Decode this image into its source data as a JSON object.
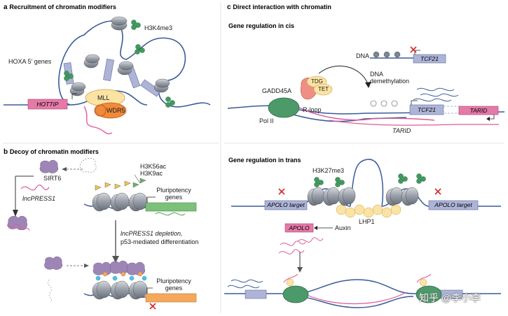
{
  "panels": {
    "a": {
      "letter": "a",
      "title": "Recruitment of chromatin modifiers"
    },
    "b": {
      "letter": "b",
      "title": "Decoy of chromatin modifiers"
    },
    "c": {
      "letter": "c",
      "title": "Direct interaction with chromatin"
    }
  },
  "panel_a": {
    "h3k4me3": "H3K4me3",
    "hoxa": "HOXA 5′ genes",
    "hottip": "HOTTIP",
    "mll": "MLL",
    "wdr5": "WDR5"
  },
  "panel_b": {
    "sirt6": "SIRT6",
    "lncpress1": "lncPRESS1",
    "h3k56ac": "H3K56ac",
    "h3k9ac": "H3K9ac",
    "pluri_top": "Pluripotency genes",
    "pluri_bottom": "Pluripotency genes",
    "depletion_line1": "lncPRESS1 depletion,",
    "depletion_line2": "p53-mediated differentiation"
  },
  "panel_c_cis": {
    "heading": "Gene regulation in cis",
    "dna": "DNA",
    "tcf21_top": "TCF21",
    "tdg": "TDG",
    "tet": "TET",
    "gadd45a": "GADD45A",
    "demeth_line1": "DNA",
    "demeth_line2": "demethylation",
    "rloop": "R-loop",
    "pol2": "Pol II",
    "tcf21_bottom": "TCF21",
    "tarid_box": "TARID",
    "tarid_rna": "TARID"
  },
  "panel_c_trans": {
    "heading": "Gene regulation in trans",
    "h3k27me3": "H3K27me3",
    "apolo_target_left": "APOLO target",
    "apolo_target_right": "APOLO target",
    "lhp1": "LHP1",
    "apolo": "APOLO",
    "auxin": "Auxin"
  },
  "watermark": "知乎 @李小李",
  "colors": {
    "gene_blue": "#aeb4d8",
    "hottip_pink": "#e579a8",
    "mll_yellow": "#fbe3a4",
    "wdr5_orange": "#f08a3a",
    "rna_pink": "#e05a98",
    "green_mark": "#3f9a5e",
    "purple_protein": "#9d86b6",
    "pol2_green": "#4c9a6a",
    "tet_red": "#ef8f84",
    "pluri_green": "#7cc07a",
    "pluri_orange": "#f4a85c",
    "dna_blue": "#3b55a0",
    "cyan_mark": "#4fc3e6"
  }
}
